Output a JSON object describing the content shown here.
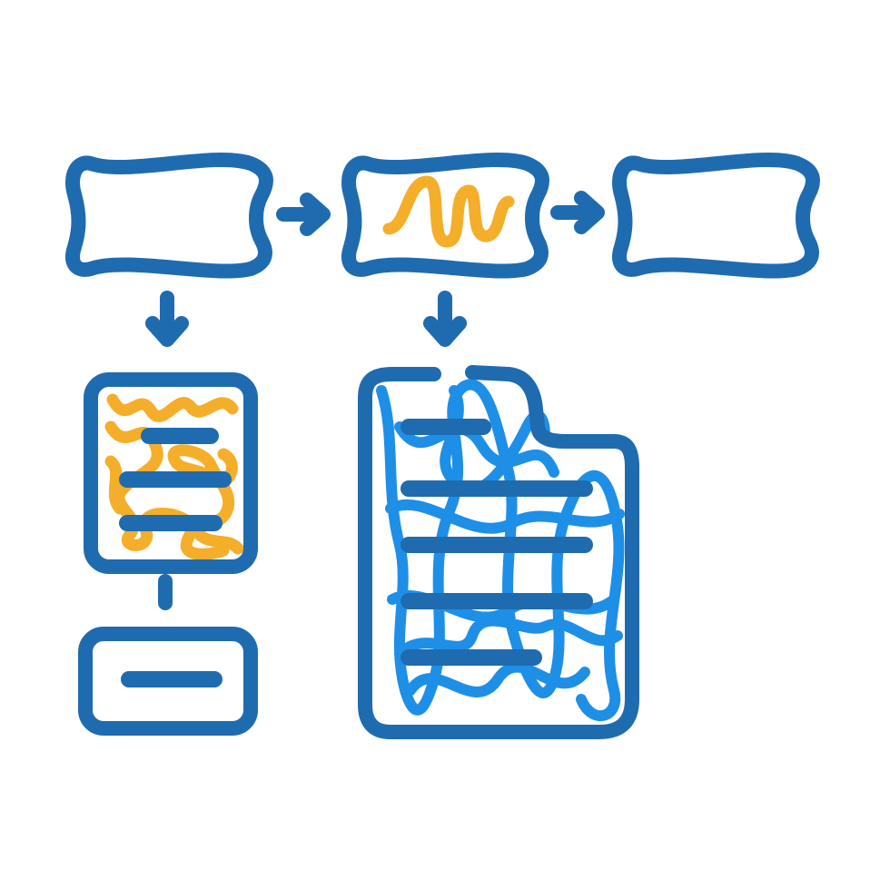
{
  "colors": {
    "outline": "#1f6bb0",
    "accent_orange": "#f4ae2a",
    "accent_blue": "#1e8fe6",
    "background": "#ffffff"
  },
  "nodes": [
    {
      "id": "process-box-1",
      "fill": "none",
      "shape": "wavy-rectangle"
    },
    {
      "id": "process-box-2",
      "fill": "accent_orange",
      "shape": "wavy-rectangle"
    },
    {
      "id": "process-box-3",
      "fill": "none",
      "shape": "wavy-rectangle"
    },
    {
      "id": "list-panel",
      "fill": "accent_orange",
      "text_lines": 3
    },
    {
      "id": "result-box",
      "fill": "none",
      "text_lines": 1
    },
    {
      "id": "document",
      "fill": "accent_blue",
      "text_lines": 5,
      "folded_corner": "top-right"
    }
  ],
  "connectors": [
    {
      "from": "process-box-1",
      "to": "process-box-2",
      "direction": "right"
    },
    {
      "from": "process-box-2",
      "to": "process-box-3",
      "direction": "right"
    },
    {
      "from": "process-box-1",
      "to": "list-panel",
      "direction": "down"
    },
    {
      "from": "process-box-2",
      "to": "document",
      "direction": "down"
    },
    {
      "from": "list-panel",
      "to": "result-box",
      "direction": "down"
    }
  ]
}
